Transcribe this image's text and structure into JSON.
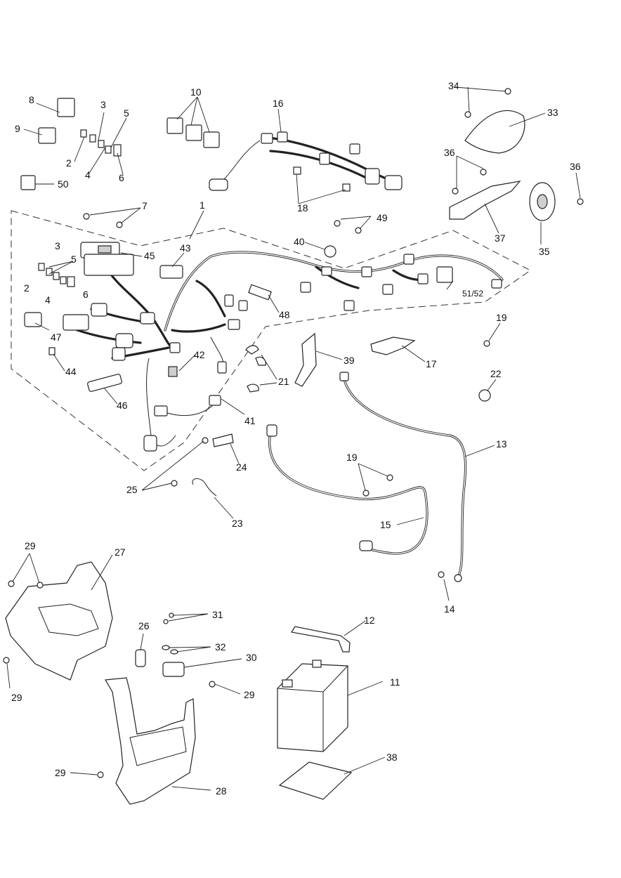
{
  "labels": {
    "l1": "1",
    "l2a": "2",
    "l2b": "2",
    "l3a": "3",
    "l3b": "3",
    "l4a": "4",
    "l4b": "4",
    "l5a": "5",
    "l5b": "5",
    "l6a": "6",
    "l6b": "6",
    "l7": "7",
    "l8": "8",
    "l9": "9",
    "l10": "10",
    "l11": "11",
    "l12": "12",
    "l13": "13",
    "l14": "14",
    "l15": "15",
    "l16": "16",
    "l17": "17",
    "l18": "18",
    "l19a": "19",
    "l19b": "19",
    "l21": "21",
    "l22": "22",
    "l23": "23",
    "l24": "24",
    "l25": "25",
    "l26": "26",
    "l27": "27",
    "l28": "28",
    "l29a": "29",
    "l29b": "29",
    "l29c": "29",
    "l29d": "29",
    "l30": "30",
    "l31": "31",
    "l32": "32",
    "l33": "33",
    "l34": "34",
    "l35": "35",
    "l36a": "36",
    "l36b": "36",
    "l37": "37",
    "l38": "38",
    "l39": "39",
    "l40": "40",
    "l41": "41",
    "l42": "42",
    "l43": "43",
    "l44": "44",
    "l45": "45",
    "l46": "46",
    "l47": "47",
    "l48": "48",
    "l49": "49",
    "l50": "50",
    "l5152": "51/52"
  }
}
